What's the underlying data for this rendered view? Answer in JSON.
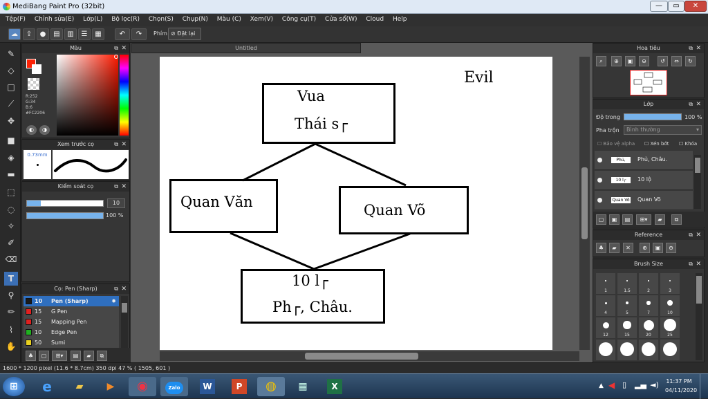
{
  "window": {
    "title": "MediBang Paint Pro (32bit)",
    "min": "—",
    "max": "▭",
    "close": "✕"
  },
  "menu": [
    "Tệp(F)",
    "Chỉnh sửa(E)",
    "Lớp(L)",
    "Bộ lọc(R)",
    "Chọn(S)",
    "Chụp(N)",
    "Màu (C)",
    "Xem(V)",
    "Công cụ(T)",
    "Cửa sổ(W)",
    "Cloud",
    "Help"
  ],
  "toolbar": {
    "phim_label": "Phím",
    "reset_label": "Đặt lại"
  },
  "color_panel": {
    "title": "Màu",
    "r": "R:252",
    "g": "G:34",
    "b": "B:6",
    "hex": "#FC2206",
    "primary": "#FC2206",
    "secondary": "#FFFFFF"
  },
  "preview_panel": {
    "title": "Xem trước cọ",
    "size": "0.73mm"
  },
  "brush_control": {
    "title": "Kiểm soát cọ",
    "size_value": "10",
    "opacity_value": "100 %",
    "size_fraction": 0.18,
    "opacity_fraction": 1.0
  },
  "brush_list": {
    "title": "Cọ: Pen (Sharp)",
    "items": [
      {
        "size": "10",
        "name": "Pen (Sharp)",
        "color": "#1a1a1a",
        "active": true
      },
      {
        "size": "15",
        "name": "G Pen",
        "color": "#e02020"
      },
      {
        "size": "15",
        "name": "Mapping Pen",
        "color": "#e02020"
      },
      {
        "size": "10",
        "name": "Edge Pen",
        "color": "#20b020"
      },
      {
        "size": "50",
        "name": "Sumi",
        "color": "#e8d020"
      }
    ]
  },
  "document": {
    "tab": "Untitled"
  },
  "drawing": {
    "evil": "Evil",
    "king_line1": "Vua",
    "king_line2": "Thái s┌",
    "civil": "Quan Văn",
    "military": "Quan Võ",
    "bottom_line1": "10 l┌",
    "bottom_line2": "Ph┌, Châu."
  },
  "navigator": {
    "title": "Hoa tiêu"
  },
  "layer_panel": {
    "title": "Lớp",
    "opacity_label": "Độ trong",
    "opacity_value": "100 %",
    "opacity_fraction": 1.0,
    "blend_label": "Pha trộn",
    "blend_value": "Bình thường",
    "protect_alpha": "Bảo vệ alpha",
    "clip": "Xén bớt",
    "lock": "Khóa",
    "layers": [
      {
        "name": "Phủ, Châu.",
        "thumb": "Phủ, Châu."
      },
      {
        "name": "10 lộ",
        "thumb": "10 l┌"
      },
      {
        "name": "Quan Võ",
        "thumb": "Quan Võ"
      }
    ]
  },
  "reference": {
    "title": "Reference"
  },
  "brush_size": {
    "title": "Brush Size",
    "sizes": [
      "1",
      "1.5",
      "2",
      "3",
      "4",
      "5",
      "7",
      "10",
      "12",
      "15",
      "20",
      "25",
      "",
      "",
      "",
      ""
    ]
  },
  "status": {
    "text": "1600 * 1200 pixel   (11.6 * 8.7cm)   350 dpi   47 %   ( 1505, 601 )"
  },
  "clock": {
    "time": "11:37 PM",
    "date": "04/11/2020"
  },
  "taskbar": {
    "zalo": "Zalo"
  }
}
